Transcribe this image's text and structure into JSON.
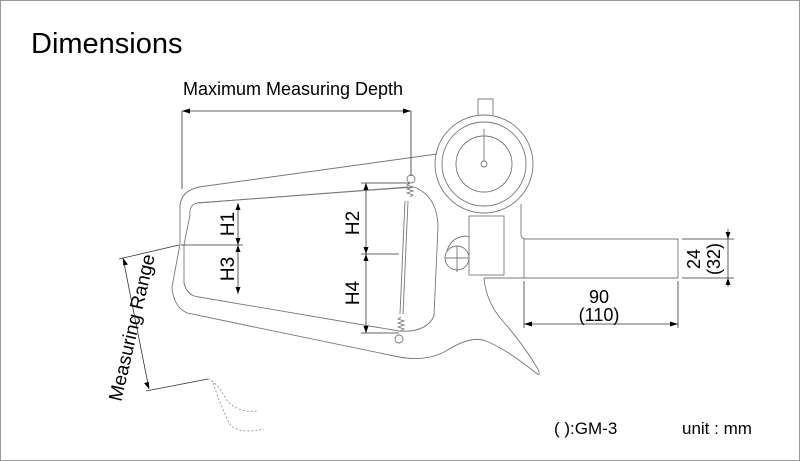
{
  "title": "Dimensions",
  "labels": {
    "max_depth": "Maximum Measuring Depth",
    "measuring_range": "Measuring Range",
    "h1": "H1",
    "h2": "H2",
    "h3": "H3",
    "h4": "H4",
    "width": "90",
    "width_alt": "(110)",
    "height": "24",
    "height_alt": "(32)"
  },
  "footer": {
    "model_note": "( ):GM-3",
    "unit": "unit : mm"
  }
}
